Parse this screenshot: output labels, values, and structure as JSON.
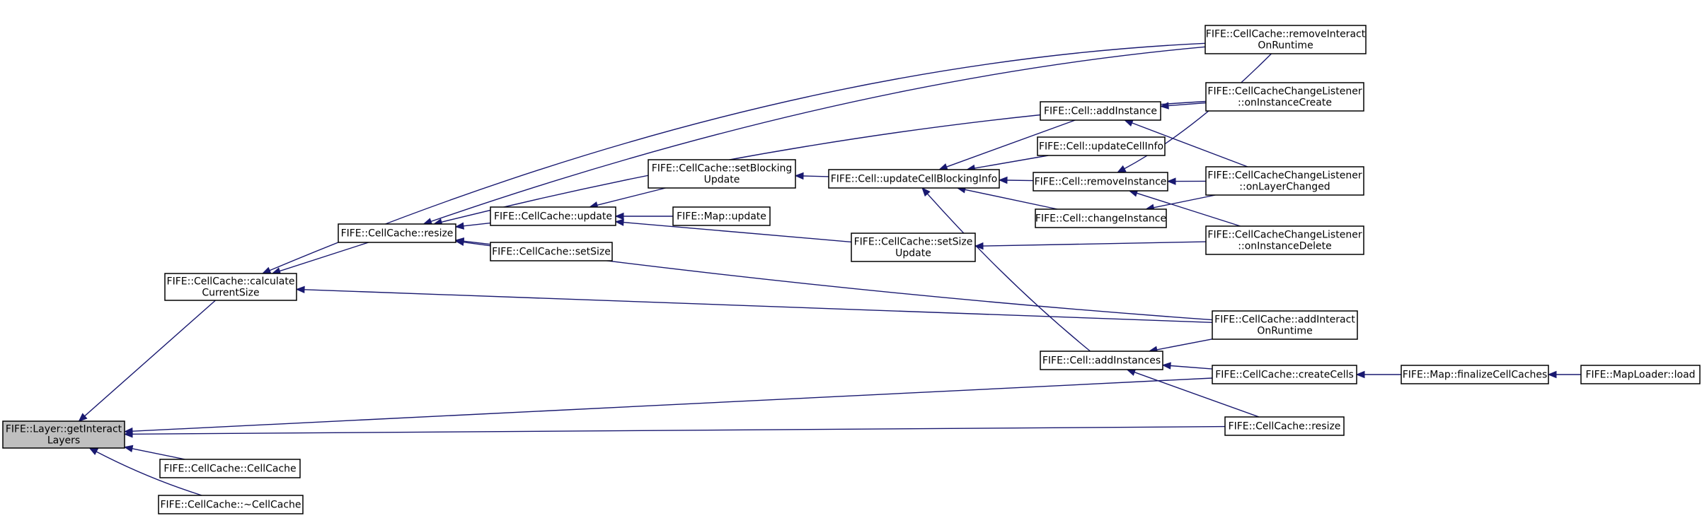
{
  "nodes": [
    {
      "id": "getInteractLayers",
      "lines": [
        "FIFE::Layer::getInteract",
        "Layers"
      ],
      "highlight": true
    },
    {
      "id": "calculateCurrentSize",
      "lines": [
        "FIFE::CellCache::calculate",
        "CurrentSize"
      ]
    },
    {
      "id": "cellCacheCtor",
      "lines": [
        "FIFE::CellCache::CellCache"
      ]
    },
    {
      "id": "cellCacheDtor",
      "lines": [
        "FIFE::CellCache::~CellCache"
      ]
    },
    {
      "id": "cellCacheResize1",
      "lines": [
        "FIFE::CellCache::resize"
      ]
    },
    {
      "id": "cellCacheUpdate",
      "lines": [
        "FIFE::CellCache::update"
      ]
    },
    {
      "id": "cellCacheSetSize",
      "lines": [
        "FIFE::CellCache::setSize"
      ]
    },
    {
      "id": "setBlockingUpdate",
      "lines": [
        "FIFE::CellCache::setBlocking",
        "Update"
      ]
    },
    {
      "id": "mapUpdate",
      "lines": [
        "FIFE::Map::update"
      ]
    },
    {
      "id": "setSizeUpdate",
      "lines": [
        "FIFE::CellCache::setSize",
        "Update"
      ]
    },
    {
      "id": "updateCellBlockingInfo",
      "lines": [
        "FIFE::Cell::updateCellBlockingInfo"
      ]
    },
    {
      "id": "cellAddInstance",
      "lines": [
        "FIFE::Cell::addInstance"
      ]
    },
    {
      "id": "cellUpdateCellInfo",
      "lines": [
        "FIFE::Cell::updateCellInfo"
      ]
    },
    {
      "id": "cellRemoveInstance",
      "lines": [
        "FIFE::Cell::removeInstance"
      ]
    },
    {
      "id": "cellChangeInstance",
      "lines": [
        "FIFE::Cell::changeInstance"
      ]
    },
    {
      "id": "cellAddInstances",
      "lines": [
        "FIFE::Cell::addInstances"
      ]
    },
    {
      "id": "removeInteractOnRuntime",
      "lines": [
        "FIFE::CellCache::removeInteract",
        "OnRuntime"
      ]
    },
    {
      "id": "onInstanceCreate",
      "lines": [
        "FIFE::CellCacheChangeListener",
        "::onInstanceCreate"
      ]
    },
    {
      "id": "onLayerChanged",
      "lines": [
        "FIFE::CellCacheChangeListener",
        "::onLayerChanged"
      ]
    },
    {
      "id": "onInstanceDelete",
      "lines": [
        "FIFE::CellCacheChangeListener",
        "::onInstanceDelete"
      ]
    },
    {
      "id": "addInteractOnRuntime",
      "lines": [
        "FIFE::CellCache::addInteract",
        "OnRuntime"
      ]
    },
    {
      "id": "createCells",
      "lines": [
        "FIFE::CellCache::createCells"
      ]
    },
    {
      "id": "cellCacheResize2",
      "lines": [
        "FIFE::CellCache::resize"
      ]
    },
    {
      "id": "finalizeCellCaches",
      "lines": [
        "FIFE::Map::finalizeCellCaches"
      ]
    },
    {
      "id": "mapLoaderLoad",
      "lines": [
        "FIFE::MapLoader::load"
      ]
    }
  ],
  "edges": [
    {
      "from": "calculateCurrentSize",
      "to": "getInteractLayers"
    },
    {
      "from": "createCells",
      "to": "getInteractLayers"
    },
    {
      "from": "cellCacheResize2",
      "to": "getInteractLayers"
    },
    {
      "from": "cellCacheCtor",
      "to": "getInteractLayers"
    },
    {
      "from": "cellCacheDtor",
      "to": "getInteractLayers"
    },
    {
      "from": "cellCacheResize1",
      "to": "calculateCurrentSize"
    },
    {
      "from": "removeInteractOnRuntime",
      "to": "calculateCurrentSize"
    },
    {
      "from": "addInteractOnRuntime",
      "to": "calculateCurrentSize"
    },
    {
      "from": "removeInteractOnRuntime",
      "to": "cellCacheResize1"
    },
    {
      "from": "onInstanceCreate",
      "to": "cellCacheResize1"
    },
    {
      "from": "addInteractOnRuntime",
      "to": "cellCacheResize1"
    },
    {
      "from": "cellCacheUpdate",
      "to": "cellCacheResize1"
    },
    {
      "from": "cellCacheSetSize",
      "to": "cellCacheResize1"
    },
    {
      "from": "setBlockingUpdate",
      "to": "cellCacheUpdate"
    },
    {
      "from": "mapUpdate",
      "to": "cellCacheUpdate"
    },
    {
      "from": "setSizeUpdate",
      "to": "cellCacheUpdate"
    },
    {
      "from": "updateCellBlockingInfo",
      "to": "setBlockingUpdate"
    },
    {
      "from": "onInstanceDelete",
      "to": "setSizeUpdate"
    },
    {
      "from": "cellAddInstance",
      "to": "updateCellBlockingInfo"
    },
    {
      "from": "cellUpdateCellInfo",
      "to": "updateCellBlockingInfo"
    },
    {
      "from": "cellRemoveInstance",
      "to": "updateCellBlockingInfo"
    },
    {
      "from": "cellChangeInstance",
      "to": "updateCellBlockingInfo"
    },
    {
      "from": "cellAddInstances",
      "to": "updateCellBlockingInfo"
    },
    {
      "from": "onInstanceCreate",
      "to": "cellAddInstance"
    },
    {
      "from": "onLayerChanged",
      "to": "cellAddInstance"
    },
    {
      "from": "removeInteractOnRuntime",
      "to": "cellRemoveInstance"
    },
    {
      "from": "onLayerChanged",
      "to": "cellRemoveInstance"
    },
    {
      "from": "onInstanceDelete",
      "to": "cellRemoveInstance"
    },
    {
      "from": "onLayerChanged",
      "to": "cellChangeInstance"
    },
    {
      "from": "addInteractOnRuntime",
      "to": "cellAddInstances"
    },
    {
      "from": "createCells",
      "to": "cellAddInstances"
    },
    {
      "from": "cellCacheResize2",
      "to": "cellAddInstances"
    },
    {
      "from": "finalizeCellCaches",
      "to": "createCells"
    },
    {
      "from": "mapLoaderLoad",
      "to": "finalizeCellCaches"
    }
  ]
}
